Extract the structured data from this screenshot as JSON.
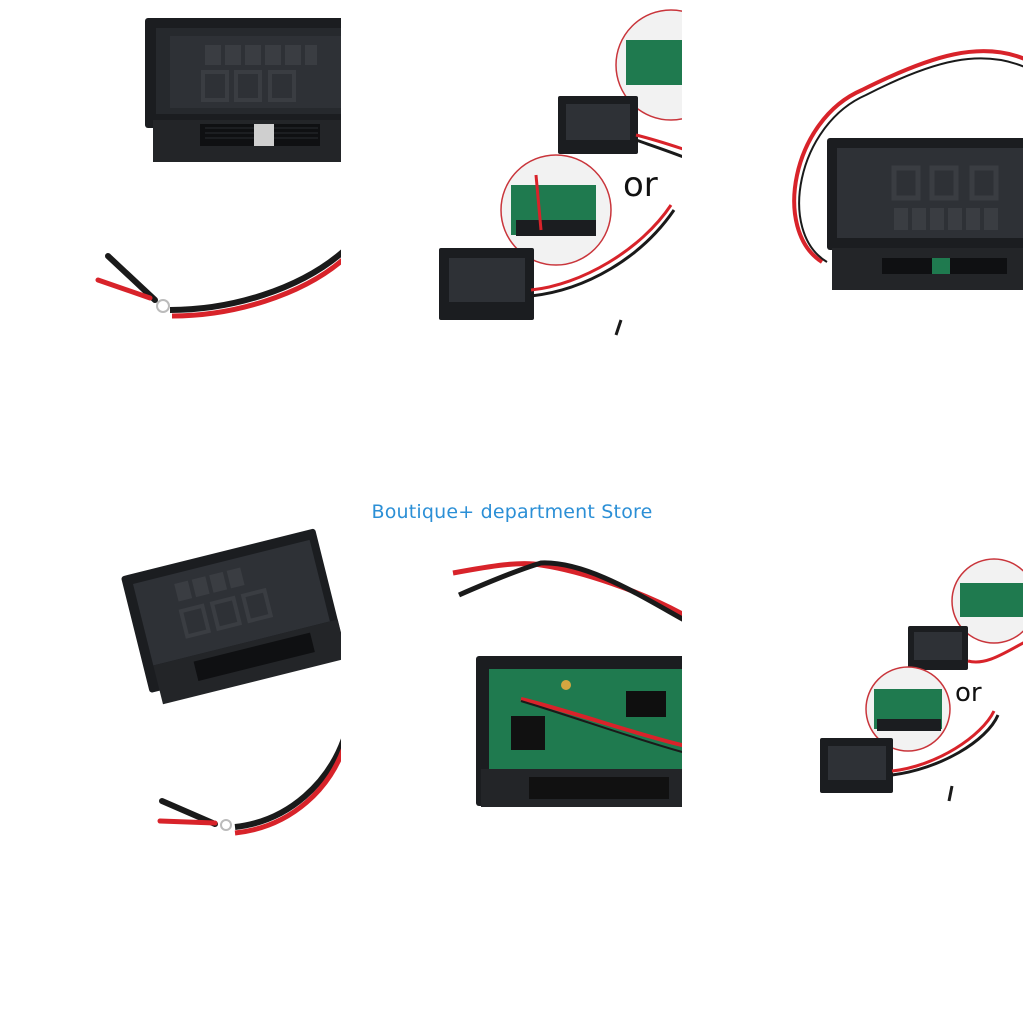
{
  "watermark": {
    "text": "Boutique+ department Store"
  },
  "tiles": {
    "t1": {
      "caption": ""
    },
    "t2": {
      "or_label": "or"
    },
    "t3": {
      "caption": ""
    },
    "t4": {
      "caption": ""
    },
    "t5": {
      "caption": ""
    },
    "t6": {
      "or_label": "or"
    }
  },
  "colors": {
    "case": "#1b1d20",
    "screen": "#2a2d31",
    "segment": "#3a3d42",
    "pcb": "#1f7a4f",
    "wire_red": "#d8232a",
    "wire_black": "#1a1a1a",
    "inset_ring": "#c9353b",
    "watermark": "#2b8fd6"
  }
}
